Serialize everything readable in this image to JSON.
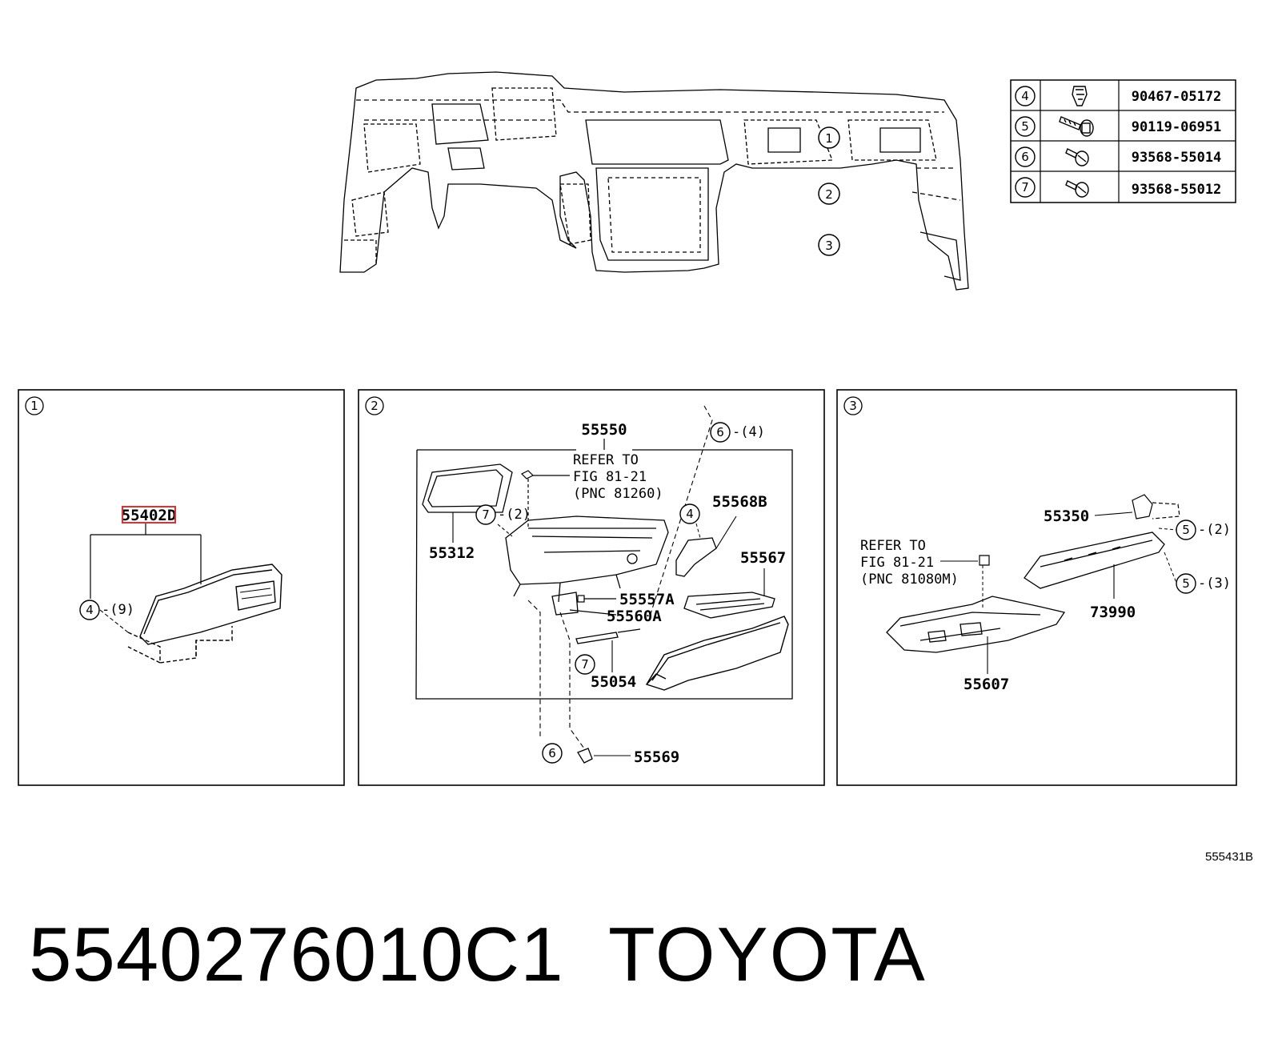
{
  "fastener_table": [
    {
      "ref": "4",
      "icon": "clip-icon",
      "part": "90467-05172"
    },
    {
      "ref": "5",
      "icon": "bolt-washer-icon",
      "part": "90119-06951"
    },
    {
      "ref": "6",
      "icon": "screw-icon",
      "part": "93568-55014"
    },
    {
      "ref": "7",
      "icon": "screw-icon",
      "part": "93568-55012"
    }
  ],
  "overview_callouts": [
    "1",
    "2",
    "3"
  ],
  "panel1": {
    "num": "1",
    "part_label": "55402D",
    "fastener_ref": "4",
    "fastener_qty": "-(9)"
  },
  "panel2": {
    "num": "2",
    "top_part": "55550",
    "refer_lines": [
      "REFER TO",
      "FIG 81-21",
      "(PNC 81260)"
    ],
    "c6_top": "6",
    "c6_top_qty": "-(4)",
    "c7_top": "7",
    "c7_top_qty": "-(2)",
    "p55312": "55312",
    "c4": "4",
    "p55568B": "55568B",
    "p55567": "55567",
    "p55557A": "55557A",
    "p55560A": "55560A",
    "c7_bot": "7",
    "p55054": "55054",
    "c6_bot": "6",
    "p55569": "55569"
  },
  "panel3": {
    "num": "3",
    "refer_lines": [
      "REFER TO",
      "FIG 81-21",
      "(PNC 81080M)"
    ],
    "p55350": "55350",
    "c5_a": "5",
    "c5_a_qty": "-(2)",
    "c5_b": "5",
    "c5_b_qty": "-(3)",
    "p73990": "73990",
    "p55607": "55607"
  },
  "illustration_code": "555431B",
  "footer": {
    "part_number": "5540276010C1",
    "brand": "TOYOTA"
  },
  "colors": {
    "line": "#000000",
    "highlight": "#e03030",
    "background": "#ffffff"
  }
}
